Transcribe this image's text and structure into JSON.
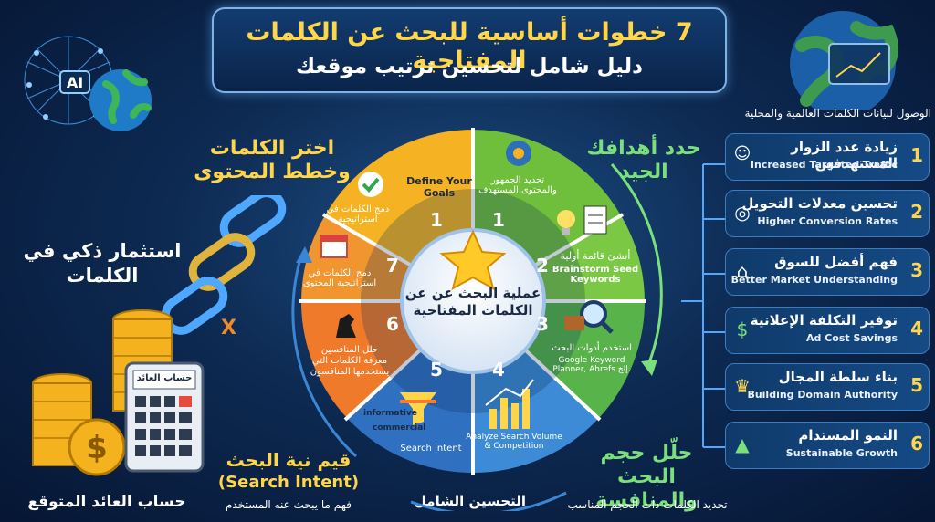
{
  "header": {
    "title": "7 خطوات أساسية للبحث عن الكلمات المفتاحية",
    "subtitle": "دليل شامل لتحسين ترتيب موقعك"
  },
  "badge_ai": "AI",
  "global_data_label": "الوصول لبيانات الكلمات العالمية والمحلية",
  "center_text": "عملية البحث عن عن الكلمات المفتاحية",
  "steps": [
    {
      "num": "1",
      "label_en": "Define Your Goals",
      "label_ar": "تحديد الجمهور والمحتوى المستهدف"
    },
    {
      "num": "2",
      "label_ar": "أنشئ قائمة أولية",
      "label_en": "Brainstorm Seed Keywords"
    },
    {
      "num": "3",
      "label_ar": "استخدم أدوات البحث",
      "label_en": "Google Keyword Planner, Ahrefs إلخ."
    },
    {
      "num": "4",
      "label_en": "Analyze Search Volume & Competition"
    },
    {
      "num": "5",
      "label_en": "Search Intent",
      "funnel_top": "informative",
      "funnel_mid": "commercial"
    },
    {
      "num": "6",
      "label_ar": "حلل المنافسين معرفة الكلمات التي يستخدمها المنافسون"
    },
    {
      "num": "7",
      "label_ar": "دمج الكلمات في استراتيجية المحتوى",
      "label_ar_b": "دمج الكلمات في استراتيجية"
    }
  ],
  "outer_labels": {
    "goals": "حدد أهدافك الجيد",
    "choose": "اختر الكلمات وخطط المحتوى",
    "volume": "حلّل حجم البحث والمنافسة",
    "volume_sub": "تحديد الكلمات ذات الحجم المناسب",
    "intent": "قيم نية البحث",
    "intent_en": "(Search Intent)",
    "intent_sub": "فهم ما يبحث عنه المستخدم",
    "optimize": "التحسين الشامل",
    "invest": "استثمار ذكي في الكلمات",
    "roi": "حساب العائد المتوقع",
    "calc_label": "حساب العائد"
  },
  "benefits": [
    {
      "num": "1",
      "ar": "زيادة عدد الزوار المستهدفين",
      "en": "Increased Targeted Traffic",
      "icon": "people-icon"
    },
    {
      "num": "2",
      "ar": "تحسين معدلات التحويل",
      "en": "Higher Conversion Rates",
      "icon": "target-icon"
    },
    {
      "num": "3",
      "ar": "فهم أفضل للسوق",
      "en": "Better Market Understanding",
      "icon": "store-icon"
    },
    {
      "num": "4",
      "ar": "توفير التكلفة الإعلانية",
      "en": "Ad Cost Savings",
      "icon": "dollar-down-icon"
    },
    {
      "num": "5",
      "ar": "بناء سلطة المجال",
      "en": "Building Domain Authority",
      "icon": "crown-icon"
    },
    {
      "num": "6",
      "ar": "النمو المستدام",
      "en": "Sustainable Growth",
      "icon": "growth-chart-icon"
    }
  ],
  "colors": {
    "yellow": "#ffd54a",
    "green": "#7be07b",
    "orange": "#ee7a2a",
    "blue": "#3a86d4",
    "gold": "#f3b21e"
  }
}
